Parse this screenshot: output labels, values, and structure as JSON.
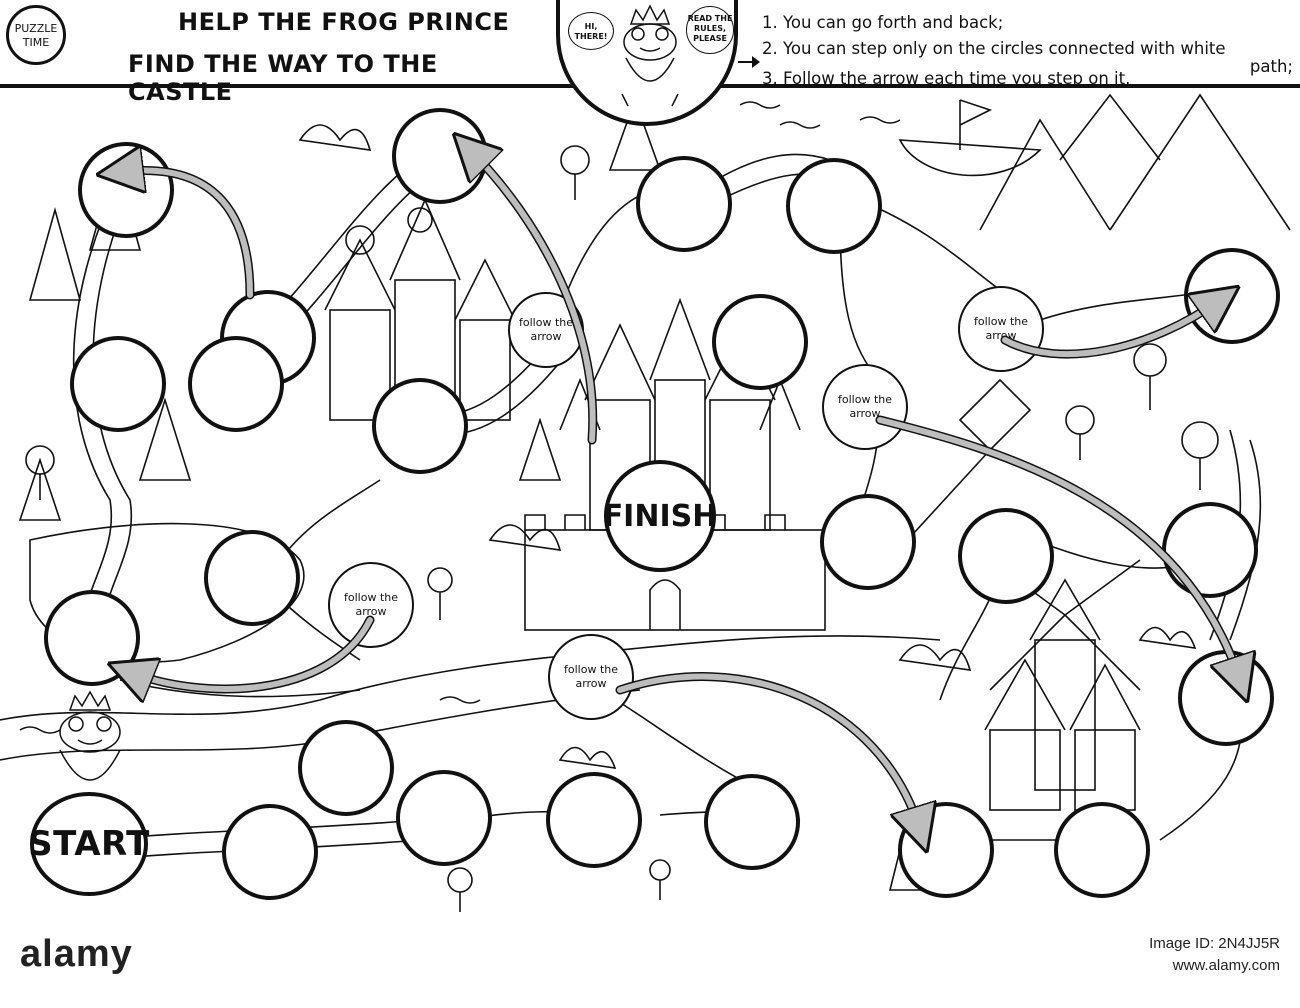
{
  "badge": {
    "line1": "PUZZLE",
    "line2": "TIME"
  },
  "title": {
    "line1": "HELP THE FROG PRINCE",
    "line2": "FIND THE WAY TO THE CASTLE"
  },
  "frog_bubbles": {
    "left": "HI, THERE!",
    "right": "READ THE RULES, PLEASE"
  },
  "rules": {
    "rule1": "1. You can go forth and back;",
    "rule2": "2. You can step only on the circles connected with white",
    "rule2_cont": "path;",
    "rule3": "3. Follow the arrow each time you step on it."
  },
  "board": {
    "start_label": "START",
    "finish_label": "FINISH",
    "follow_label": "follow the arrow"
  },
  "footer": {
    "brand": "alamy",
    "image_id_label": "Image ID: 2N4JJ5R",
    "site": "www.alamy.com"
  },
  "colors": {
    "ink": "#111111",
    "arrow": "#bdbdbd",
    "paper": "#ffffff"
  }
}
